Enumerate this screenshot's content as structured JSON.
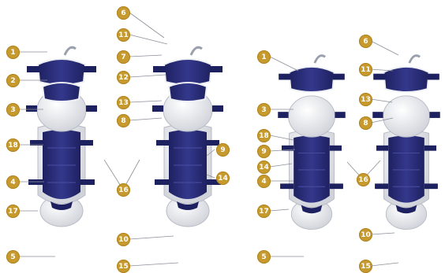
{
  "figure": {
    "callouts": [
      {
        "label": "6"
      },
      {
        "label": "11"
      },
      {
        "label": "7"
      },
      {
        "label": "12"
      },
      {
        "label": "13"
      },
      {
        "label": "8"
      },
      {
        "label": "9"
      },
      {
        "label": "14"
      },
      {
        "label": "16"
      },
      {
        "label": "10"
      },
      {
        "label": "15"
      },
      {
        "label": "1"
      },
      {
        "label": "2"
      },
      {
        "label": "3"
      },
      {
        "label": "18"
      },
      {
        "label": "4"
      },
      {
        "label": "17"
      },
      {
        "label": "5"
      },
      {
        "label": "6"
      },
      {
        "label": "11"
      },
      {
        "label": "13"
      },
      {
        "label": "8"
      },
      {
        "label": "16"
      },
      {
        "label": "10"
      },
      {
        "label": "15"
      },
      {
        "label": "1"
      },
      {
        "label": "3"
      },
      {
        "label": "18"
      },
      {
        "label": "9"
      },
      {
        "label": "14"
      },
      {
        "label": "4"
      },
      {
        "label": "17"
      },
      {
        "label": "5"
      }
    ]
  },
  "colors": {
    "navy": "#2c2f7a",
    "shell": "#e9ebef",
    "callout": "#c79a2e"
  }
}
